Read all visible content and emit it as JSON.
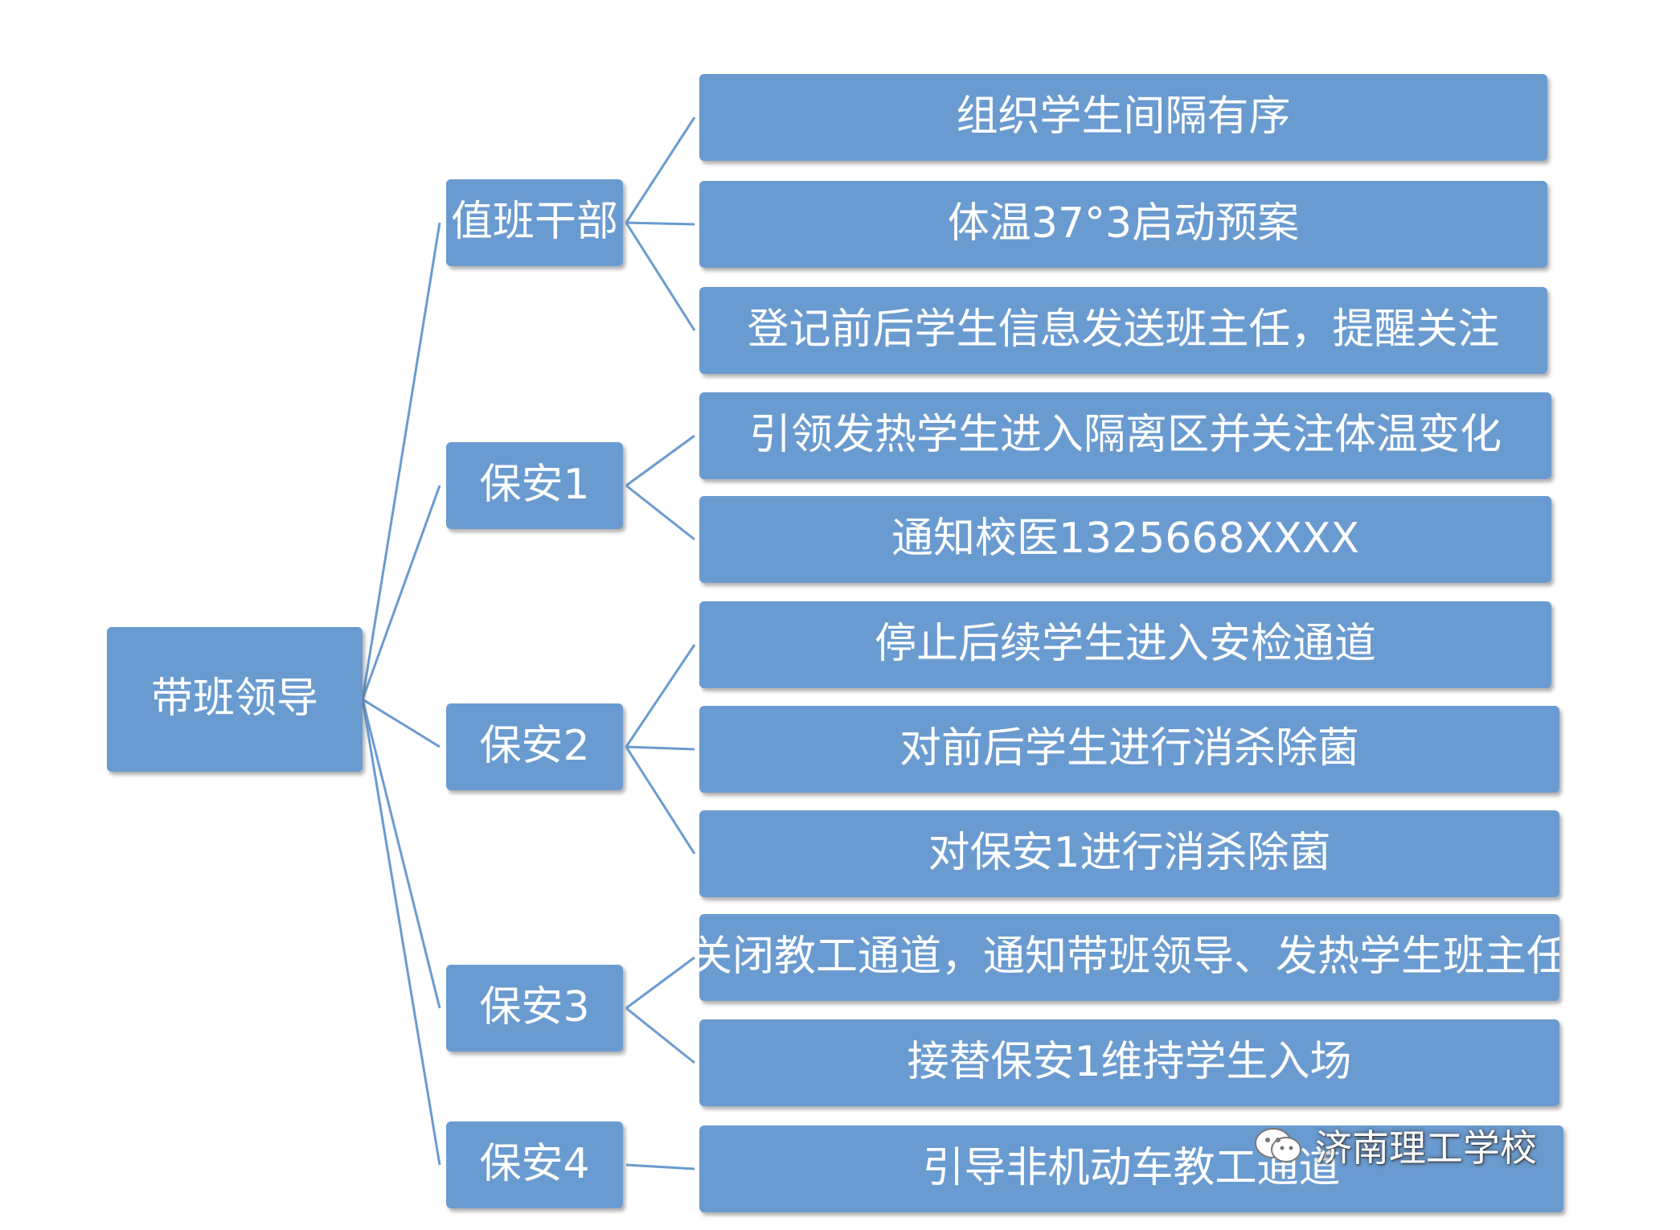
{
  "diagram": {
    "root": {
      "id": "root",
      "label": "带班领导"
    },
    "roles": [
      {
        "id": "role-duty-cadre",
        "label": "值班干部",
        "tasks": [
          "组织学生间隔有序",
          "体温37°3启动预案",
          "登记前后学生信息发送班主任，提醒关注"
        ]
      },
      {
        "id": "role-guard-1",
        "label": "保安1",
        "tasks": [
          "引领发热学生进入隔离区并关注体温变化",
          "通知校医1325668XXXX"
        ]
      },
      {
        "id": "role-guard-2",
        "label": "保安2",
        "tasks": [
          "停止后续学生进入安检通道",
          "对前后学生进行消杀除菌",
          "对保安1进行消杀除菌"
        ]
      },
      {
        "id": "role-guard-3",
        "label": "保安3",
        "tasks": [
          "关闭教工通道，通知带班领导、发热学生班主任",
          "接替保安1维持学生入场"
        ]
      },
      {
        "id": "role-guard-4",
        "label": "保安4",
        "tasks": [
          "引导非机动车教工通道"
        ]
      }
    ]
  },
  "watermark": {
    "icon": "wechat-icon",
    "text": "济南理工学校"
  },
  "colors": {
    "node_fill": "#6a9bd0",
    "connector": "#6a9bd0",
    "text": "#ffffff"
  }
}
